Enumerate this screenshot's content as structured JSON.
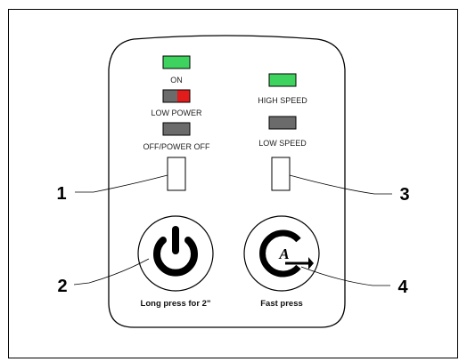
{
  "panel": {
    "indicators": {
      "on": {
        "label": "ON",
        "color": "#3ed35e"
      },
      "low_power": {
        "label": "LOW POWER",
        "color_left": "#6b6b6b",
        "color_right": "#e21b1b"
      },
      "off_power_off": {
        "label": "OFF/POWER OFF",
        "color": "#6b6b6b"
      },
      "high_speed": {
        "label": "HIGH SPEED",
        "color": "#3ed35e"
      },
      "low_speed": {
        "label": "LOW SPEED",
        "color": "#6b6b6b"
      }
    },
    "buttons": {
      "power": {
        "caption": "Long press for 2\"",
        "icon": "power-icon"
      },
      "auto": {
        "caption": "Fast press",
        "icon": "auto-cycle-icon",
        "glyph": "A"
      }
    }
  },
  "callouts": [
    "1",
    "2",
    "3",
    "4"
  ]
}
